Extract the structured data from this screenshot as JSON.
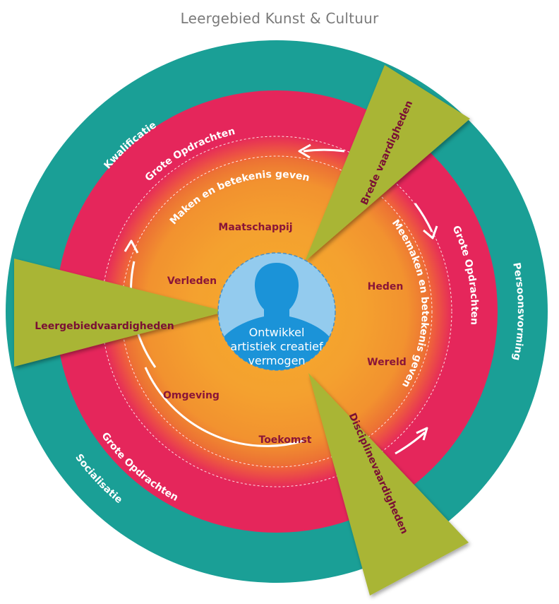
{
  "title": "Leergebied Kunst & Cultuur",
  "colors": {
    "outer_ring": "#1a9f96",
    "middle_ring": "#e5265b",
    "inner_ring": "#f29a2e",
    "wedge": "#a9b535",
    "center": "#93cbee",
    "silhouette": "#1b93d8",
    "dark_text": "#8a1538"
  },
  "outer_ring": {
    "top_left": "Kwalificatie",
    "right": "Persoonsvorming",
    "bottom_left": "Socialisatie"
  },
  "middle_ring": {
    "top": "Grote Opdrachten",
    "right": "Grote Opdrachten",
    "bottom": "Grote Opdrachten"
  },
  "process": {
    "left_arc": "Maken en betekenis geven",
    "right_arc": "Meemaken en betekenis geven"
  },
  "contexts": [
    "Maatschappij",
    "Heden",
    "Wereld",
    "Toekomst",
    "Omgeving",
    "Verleden"
  ],
  "wedges": {
    "top_right": "Brede vaardigheden",
    "left": "Leergebiedvaardigheden",
    "bottom_right": "Disciplinevaardigheden"
  },
  "center": {
    "line1": "Ontwikkel",
    "line2": "artistiek creatief",
    "line3": "vermogen",
    "icon": "person-silhouette-icon"
  }
}
